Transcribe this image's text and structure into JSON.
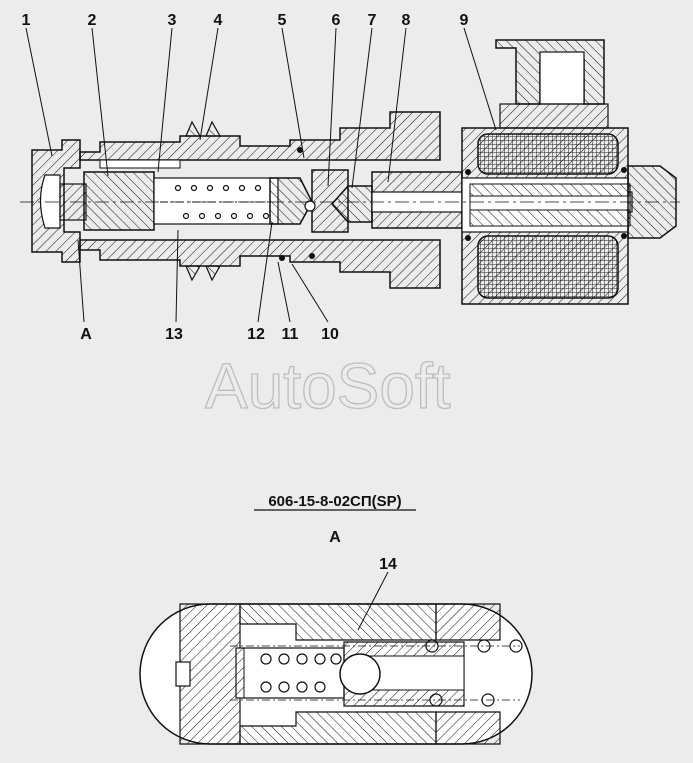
{
  "drawing": {
    "title": "606-15-8-02СП(SP)",
    "view_label": "A",
    "detail_label": "A",
    "watermark": "AutoSoft",
    "callouts_top": [
      "1",
      "2",
      "3",
      "4",
      "5",
      "6",
      "7",
      "8",
      "9"
    ],
    "callouts_bottom": [
      "13",
      "12",
      "11",
      "10"
    ],
    "callout_detail": "14"
  },
  "colors": {
    "background": "#ececec",
    "line": "#111111",
    "coil": "#333333"
  }
}
